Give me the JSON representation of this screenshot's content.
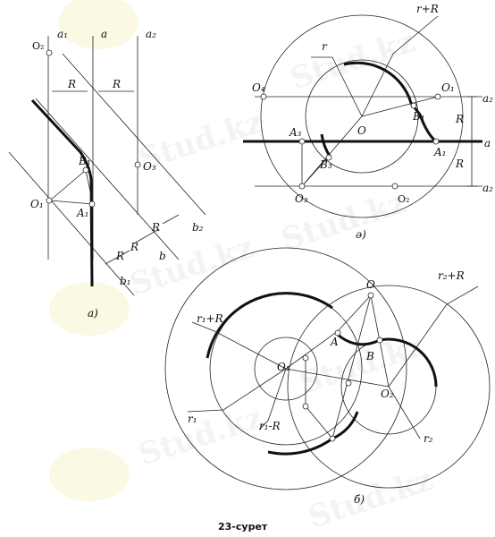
{
  "caption": "23-сурет",
  "watermark": "Stud.kz",
  "panel_a": {
    "tag": "а)",
    "labels": {
      "a1": "a₁",
      "a": "a",
      "a2": "a₂",
      "O2": "O₂",
      "O1": "O₁",
      "O3": "O₃",
      "B1": "B₁",
      "A1": "A₁",
      "R_top_left": "R",
      "R_top_right": "R",
      "R_low1": "R",
      "R_low2": "R",
      "R_low3": "R",
      "b": "b",
      "b1": "b₁",
      "b2": "b₂"
    }
  },
  "panel_d": {
    "tag": "ә)",
    "labels": {
      "rR": "r+R",
      "r": "r",
      "O4": "O₄",
      "O": "O",
      "O1": "O₁",
      "B1": "B₁",
      "A3": "A₃",
      "A1": "A₁",
      "B3": "B₃",
      "O3": "O₃",
      "O2": "O₂",
      "a2_top": "a₂",
      "a": "a",
      "a2_bot": "a₂",
      "R1": "R",
      "R2": "R"
    }
  },
  "panel_b": {
    "tag": "б)",
    "labels": {
      "O": "O",
      "r2R": "r₂+R",
      "r1R": "r₁+R",
      "A": "A",
      "B": "B",
      "O1": "O₁",
      "O2": "O₂",
      "r1": "r₁",
      "r1mR": "r₁-R",
      "r2": "r₂"
    }
  }
}
